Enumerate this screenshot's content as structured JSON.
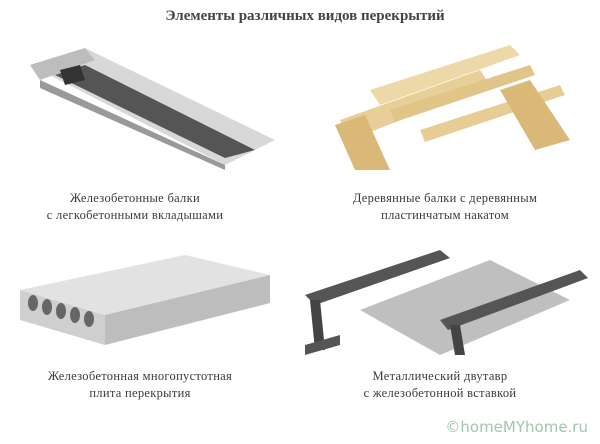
{
  "title": "Элементы различных видов перекрытий",
  "items": [
    {
      "line1": "Железобетонные балки",
      "line2": "с легкобетонными вкладышами"
    },
    {
      "line1": "Деревянные балки с деревянным",
      "line2": "пластинчатым накатом"
    },
    {
      "line1": "Железобетонная многопустотная",
      "line2": "плита перекрытия"
    },
    {
      "line1": "Металлический двутавр",
      "line2": "с железобетонной вставкой"
    }
  ],
  "watermark": "©homeMYhome.ru"
}
